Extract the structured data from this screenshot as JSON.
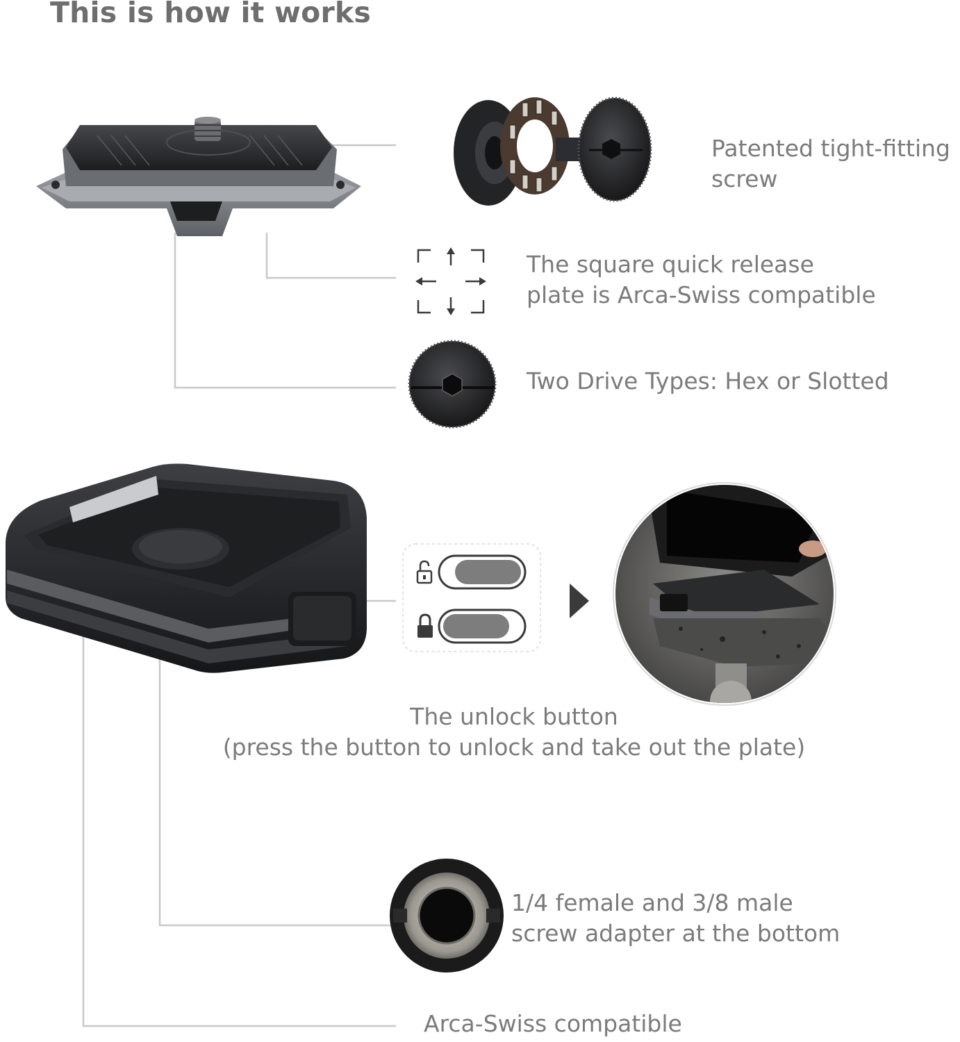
{
  "title": "This is how it works",
  "features": {
    "screw": [
      "Patented tight-fitting",
      "screw"
    ],
    "square": [
      "The square quick release",
      "plate is Arca-Swiss compatible"
    ],
    "drive": "Two Drive Types: Hex or Slotted",
    "unlock": [
      "The unlock button",
      "(press the button to unlock and take out the plate)"
    ],
    "adapter": [
      "1/4 female and 3/8 male",
      "screw adapter at the bottom"
    ],
    "arca": "Arca-Swiss compatible"
  },
  "icons": {
    "directions": "four-direction-arrows-icon",
    "unlocked": "unlocked-padlock-icon",
    "locked": "locked-padlock-icon",
    "arrow": "play-triangle-icon"
  },
  "colors": {
    "text": "#7b7b7b",
    "title": "#6e6e6e",
    "leader": "#c8c8c8",
    "metal_dark": "#2b2c2e",
    "metal_mid": "#55585c",
    "toggle_fill": "#7d7d7d"
  }
}
